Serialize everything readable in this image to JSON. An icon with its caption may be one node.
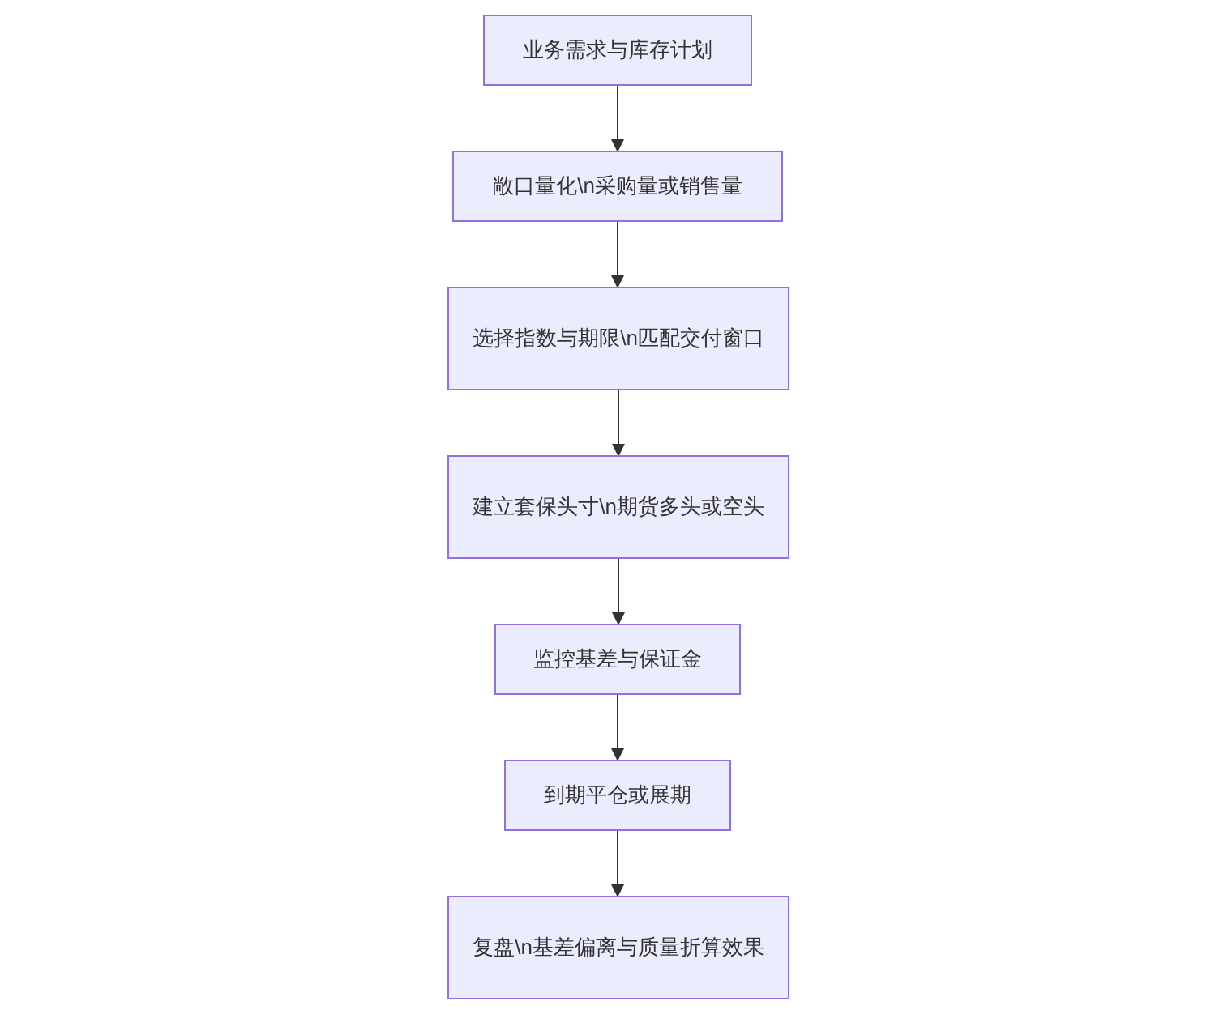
{
  "diagram": {
    "nodes": [
      {
        "text": [
          "业务需求与库存计划"
        ]
      },
      {
        "text": [
          "敞口量化\\n采购量或销售量"
        ]
      },
      {
        "text": [
          "选择指数与期限\\n匹配交付窗口"
        ]
      },
      {
        "text": [
          "建立套保头寸\\n期货多头或空头"
        ]
      },
      {
        "text": [
          "监控基差与保证金"
        ]
      },
      {
        "text": [
          "到期平仓或展期"
        ]
      },
      {
        "text": [
          "复盘\\n基差偏离与质量折算效果"
        ]
      }
    ],
    "edges": [
      {
        "from": 0,
        "to": 1,
        "arrow": "to"
      },
      {
        "from": 1,
        "to": 2,
        "arrow": "to"
      },
      {
        "from": 2,
        "to": 3,
        "arrow": "to"
      },
      {
        "from": 3,
        "to": 4,
        "arrow": "to"
      },
      {
        "from": 4,
        "to": 5,
        "arrow": "to"
      },
      {
        "from": 5,
        "to": 6,
        "arrow": "to"
      }
    ]
  }
}
